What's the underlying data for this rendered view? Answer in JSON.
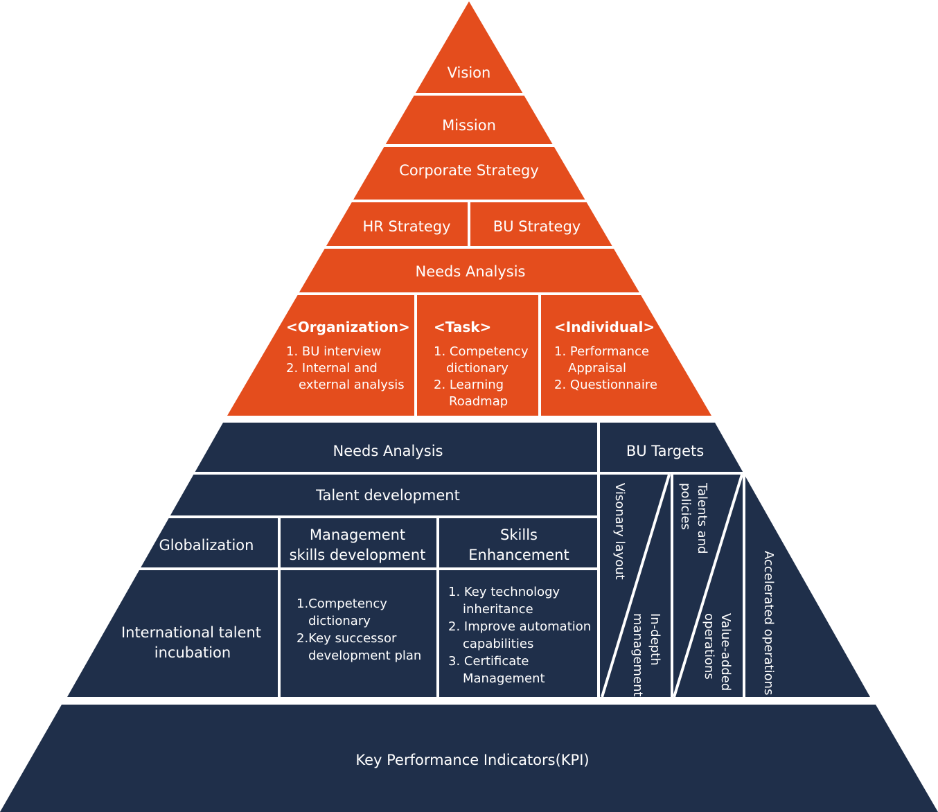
{
  "colors": {
    "orange": "#e44d1d",
    "navy": "#1f2f4a",
    "divider": "#ffffff"
  },
  "top": {
    "vision": "Vision",
    "mission": "Mission",
    "corporate_strategy": "Corporate Strategy",
    "hr_strategy": "HR Strategy",
    "bu_strategy": "BU Strategy",
    "needs_analysis": "Needs Analysis",
    "organization": {
      "heading": "<Organization>",
      "lines": [
        "1. BU interview",
        "2. Internal and",
        "external analysis"
      ]
    },
    "task": {
      "heading": "<Task>",
      "lines": [
        "1. Competency",
        "dictionary",
        "2. Learning",
        "Roadmap"
      ]
    },
    "individual": {
      "heading": "<Individual>",
      "lines": [
        "1. Performance",
        "Appraisal",
        "2. Questionnaire"
      ]
    }
  },
  "bottom": {
    "needs_analysis": "Needs Analysis",
    "bu_targets": "BU Targets",
    "talent_development": "Talent development",
    "globalization": "Globalization",
    "management": [
      "Management",
      "skills development"
    ],
    "skills": [
      "Skills",
      "Enhancement"
    ],
    "international": [
      "International talent",
      "incubation"
    ],
    "management_list": [
      "1.Competency",
      "dictionary",
      "2.Key successor",
      "development plan"
    ],
    "skills_list": [
      "1. Key technology",
      "inheritance",
      "2. Improve automation",
      "capabilities",
      "3. Certificate",
      "Management"
    ],
    "visionary_layout": "Visonary layout",
    "in_depth": [
      "In-depth",
      "management"
    ],
    "talents_policies": [
      "Talents and",
      "policies"
    ],
    "value_added": [
      "Value-added",
      "operations"
    ],
    "accelerated": "Accelerated operations",
    "kpi": "Key Performance Indicators(KPI)"
  }
}
